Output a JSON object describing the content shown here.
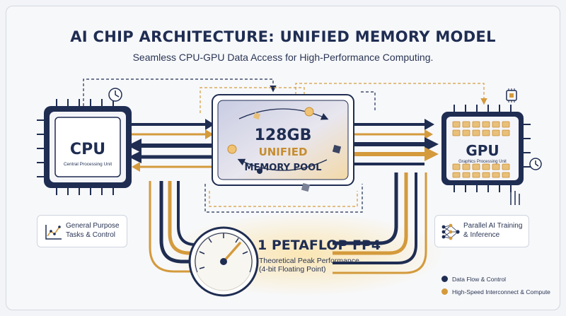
{
  "title": "AI CHIP ARCHITECTURE: UNIFIED MEMORY MODEL",
  "subtitle": "Seamless CPU-GPU Data Access for High-Performance Computing.",
  "cpu": {
    "label": "CPU",
    "sublabel": "Central Processing Unit"
  },
  "gpu": {
    "label": "GPU",
    "sublabel": "Graphics Processing Unit"
  },
  "memory": {
    "size": "128GB",
    "line1": "UNIFIED",
    "line2": "MEMORY POOL"
  },
  "cpu_info": {
    "line1": "General Purpose",
    "line2": "Tasks & Control",
    "icon": "line-chart-icon"
  },
  "gpu_info": {
    "line1": "Parallel AI Training",
    "line2": "& Inference",
    "icon": "neural-network-icon"
  },
  "performance": {
    "title": "1 PETAFLOP FP4",
    "line1": "Theoretical Peak Performance",
    "line2": "(4-bit Floating Point)",
    "icon": "speedometer-icon"
  },
  "legend": [
    {
      "label": "Data Flow & Control",
      "color": "#1f2d52"
    },
    {
      "label": "High-Speed Interconnect & Compute",
      "color": "#d49a3c"
    }
  ],
  "colors": {
    "navy": "#1f2d52",
    "gold": "#d49a3c",
    "gold_light": "#e9c07a"
  }
}
